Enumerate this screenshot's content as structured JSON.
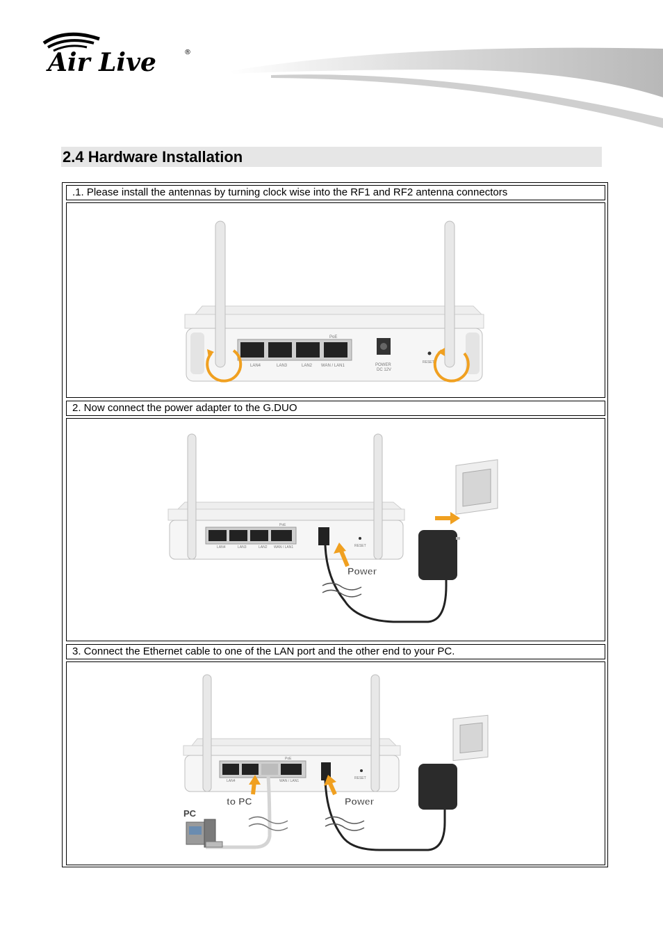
{
  "header": {
    "logo_text": "Air Live",
    "logo_mark": "®"
  },
  "section": {
    "title": "2.4 Hardware  Installation"
  },
  "steps": [
    {
      "caption": ".1. Please install the antennas by turning clock wise into the RF1 and RF2 antenna connectors",
      "figure": {
        "ports": [
          "LAN4",
          "LAN3",
          "LAN2",
          "WAN / LAN1"
        ],
        "poe_label": "PoE",
        "power_label": "POWER",
        "power_spec": "DC 12V",
        "reset_label": "RESET"
      }
    },
    {
      "caption": "  2. Now connect the power adapter to the G.DUO",
      "figure": {
        "ports": [
          "LAN4",
          "LAN3",
          "LAN2",
          "WAN / LAN1"
        ],
        "poe_label": "PoE",
        "reset_label": "RESET",
        "callout_power": "Power"
      }
    },
    {
      "caption": " 3. Connect the Ethernet cable to one of the LAN port and the other end to your PC.",
      "figure": {
        "ports": [
          "LAN4",
          "",
          "",
          "WAN / LAN1"
        ],
        "poe_label": "PoE",
        "reset_label": "RESET",
        "callout_to_pc": "to PC",
        "callout_power": "Power",
        "callout_pc": "PC"
      }
    }
  ]
}
